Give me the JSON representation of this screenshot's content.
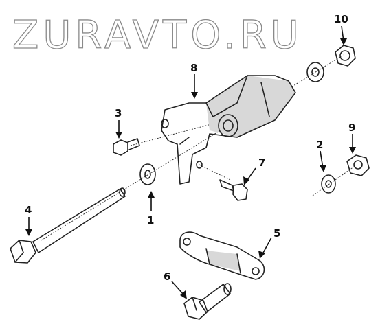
{
  "watermark": "ZURAVTO.RU",
  "callouts": [
    "1",
    "2",
    "3",
    "4",
    "5",
    "6",
    "7",
    "8",
    "9",
    "10"
  ]
}
